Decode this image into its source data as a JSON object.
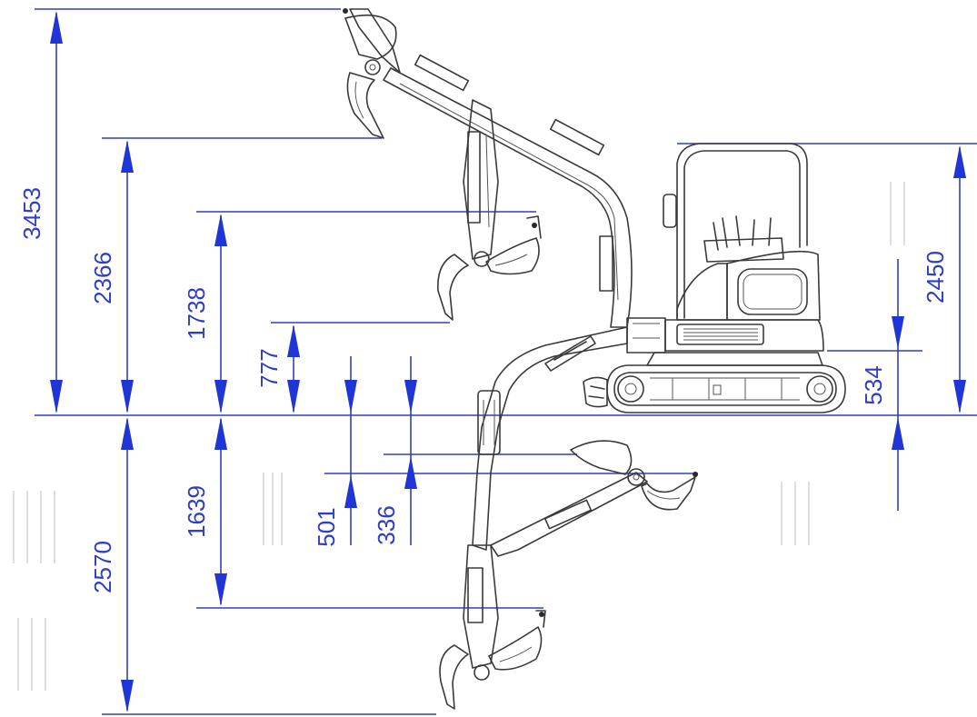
{
  "dimensions": {
    "max_bucket_pin_height": "3453",
    "max_dump_height": "2366",
    "arm_mid_height": "1738",
    "low_bucket_height": "777",
    "cab_height": "2450",
    "ground_clearance": "534",
    "depth_501": "501",
    "depth_336": "336",
    "depth_1639": "1639",
    "max_dig_depth": "2570"
  },
  "colors": {
    "dimension_line": "#2f3fc4",
    "arrow": "#1f35d6",
    "drawing_ink": "#3a3a3a"
  }
}
